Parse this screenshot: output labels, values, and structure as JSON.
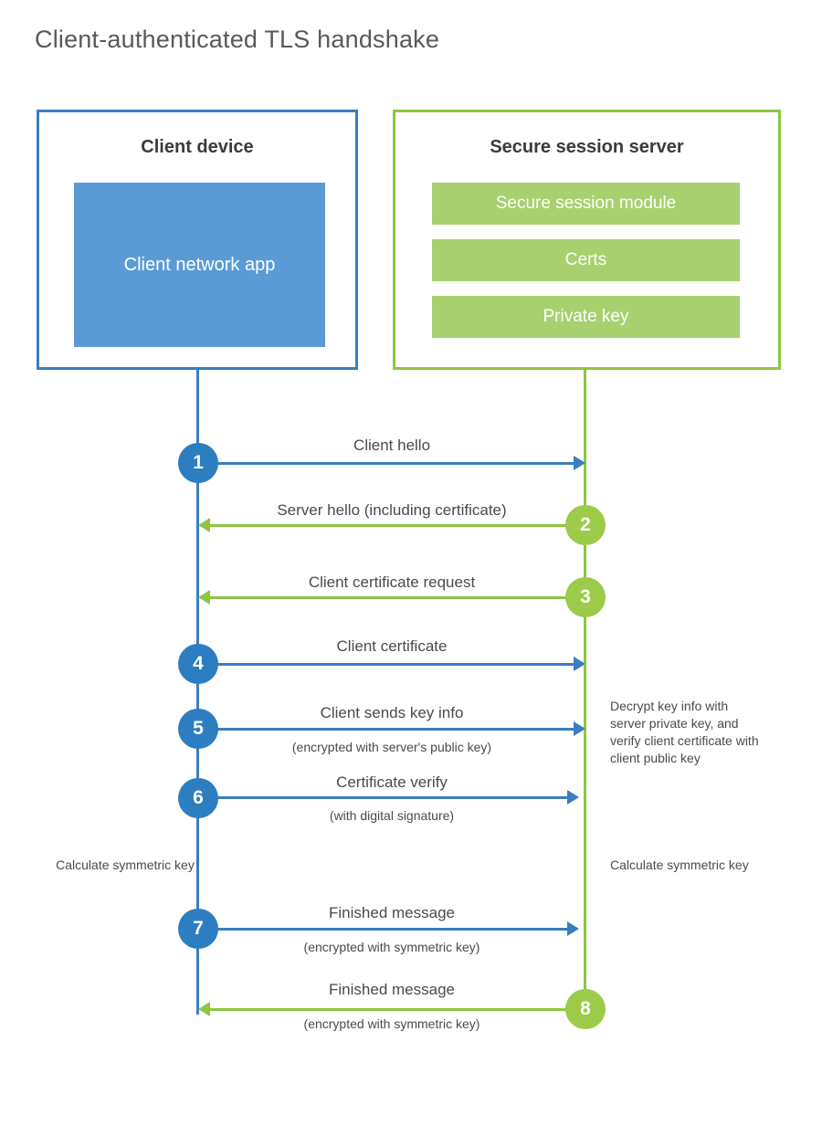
{
  "title": "Client-authenticated TLS handshake",
  "colors": {
    "client_accent": "#3a7dc0",
    "client_fill": "#5b9bd5",
    "server_accent": "#8dc63f",
    "server_fill": "#a8d06f",
    "circle_blue": "#2d7dc1",
    "circle_green": "#9ccb4a",
    "text": "#4a4a4a",
    "title_text": "#58595b",
    "background": "#ffffff"
  },
  "client": {
    "title": "Client device",
    "app_label": "Client network app"
  },
  "server": {
    "title": "Secure session server",
    "components": [
      {
        "label": "Secure session module"
      },
      {
        "label": "Certs"
      },
      {
        "label": "Private key"
      }
    ]
  },
  "steps": [
    {
      "number": "1",
      "label": "Client hello",
      "sublabel": "",
      "direction": "client-to-server",
      "origin": "client"
    },
    {
      "number": "2",
      "label": "Server hello (including certificate)",
      "sublabel": "",
      "direction": "server-to-client",
      "origin": "server"
    },
    {
      "number": "3",
      "label": "Client certificate request",
      "sublabel": "",
      "direction": "server-to-client",
      "origin": "server"
    },
    {
      "number": "4",
      "label": "Client certificate",
      "sublabel": "",
      "direction": "client-to-server",
      "origin": "client"
    },
    {
      "number": "5",
      "label": "Client sends key info",
      "sublabel": "(encrypted with server's public key)",
      "direction": "client-to-server",
      "origin": "client"
    },
    {
      "number": "6",
      "label": "Certificate verify",
      "sublabel": "(with digital signature)",
      "direction": "client-to-server",
      "origin": "client"
    },
    {
      "number": "7",
      "label": "Finished message",
      "sublabel": "(encrypted with symmetric key)",
      "direction": "client-to-server",
      "origin": "client"
    },
    {
      "number": "8",
      "label": "Finished message",
      "sublabel": "(encrypted with symmetric key)",
      "direction": "server-to-client",
      "origin": "server"
    }
  ],
  "annotations": {
    "server_decrypt": "Decrypt key info with server private key, and verify client certificate with client public key",
    "client_calculate": "Calculate symmetric key",
    "server_calculate": "Calculate symmetric key"
  }
}
